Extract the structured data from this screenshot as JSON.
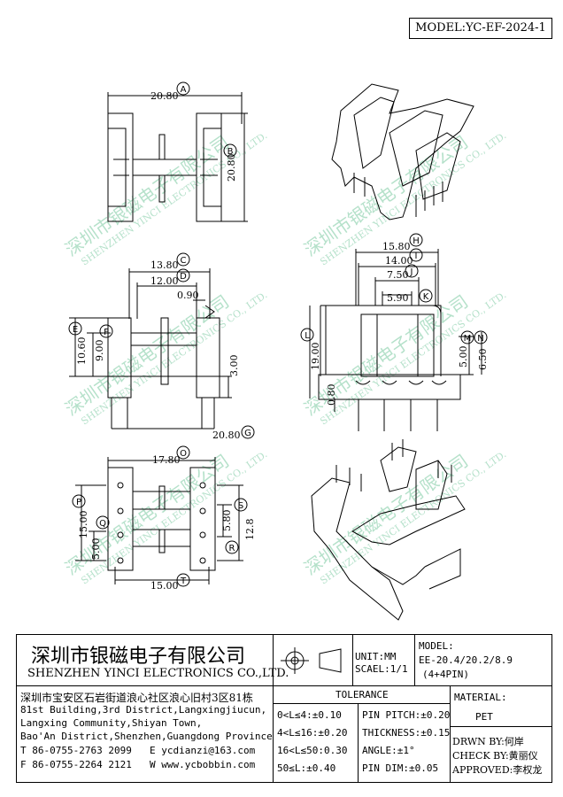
{
  "model_label": "MODEL:YC-EF-2024-1",
  "dims": {
    "a": "20.80",
    "b": "20.80",
    "c": "13.80",
    "d": "12.00",
    "d2": "0.90",
    "e": "10.60",
    "f": "9.00",
    "f3": "3.00",
    "g": "20.80",
    "h": "15.80",
    "i": "14.00",
    "j": "7.50",
    "k": "5.90",
    "l": "19.00",
    "m": "5.00",
    "n": "6.50",
    "p08": "0.80",
    "o": "17.80",
    "s": "5.80",
    "s2": "12.8",
    "p": "15.00",
    "q": "5.00",
    "t": "15.00"
  },
  "circle_labels": [
    "A",
    "B",
    "C",
    "D",
    "E",
    "F",
    "G",
    "H",
    "I",
    "J",
    "K",
    "L",
    "M",
    "N",
    "O",
    "P",
    "Q",
    "R",
    "S",
    "T"
  ],
  "watermark": {
    "cn": "深圳市银磁电子有限公司",
    "en": "SHENZHEN YINCI ELECTRONICS CO., LTD."
  },
  "title_block": {
    "company_cn": "深圳市银磁电子有限公司",
    "company_en": "SHENZHEN YINCI ELECTRONICS CO.,LTD.",
    "address_cn": "深圳市宝安区石岩街道浪心社区浪心旧村3区81栋",
    "address_en": [
      "81st Building,3rd District,Langxingjiucun,",
      "Langxing Community,Shiyan Town,",
      "Bao'An District,Shenzhen,Guangdong Province"
    ],
    "tel": "T 86-0755-2763 2099",
    "email": "E ycdianzi@163.com",
    "fax": "F 86-0755-2264 2121",
    "web": "W www.ycbobbin.com",
    "unit": "UNIT:MM",
    "scale": "SCAEL:1/1",
    "model_title": "MODEL:",
    "model_val1": "EE-20.4/20.2/8.9",
    "model_val2": "(4+4PIN)",
    "tolerance_title": "TOLERANCE",
    "tol": [
      "0<L≤4:±0.10",
      "4<L≤16:±0.20",
      "16<L≤50:0.30",
      "50≤L:±0.40"
    ],
    "tol2": [
      "PIN PITCH:±0.20",
      "THICKNESS:±0.15",
      "ANGLE:±1°",
      "PIN DIM:±0.05"
    ],
    "material_title": "MATERIAL:",
    "material": "PET",
    "drwn": "DRWN BY:何岸",
    "check": "CHECK BY:黄丽仪",
    "approved": "APPROVED:李权龙"
  }
}
